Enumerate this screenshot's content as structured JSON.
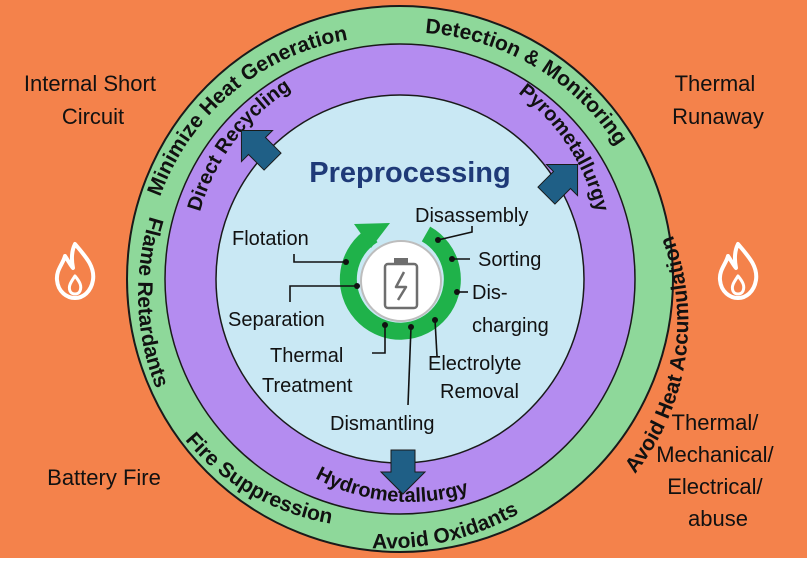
{
  "colors": {
    "background": "#f4824b",
    "outer_ring": "#8ed89a",
    "middle_ring": "#b48cf0",
    "inner_circle": "#c9e8f4",
    "cycle_arrow": "#1fb24a",
    "blue_arrow": "#1f5f86",
    "title": "#1f3a78",
    "text": "#111111"
  },
  "corners": {
    "top_left": [
      "Internal Short",
      "Circuit"
    ],
    "top_right": [
      "Thermal",
      "Runaway"
    ],
    "bottom_left": [
      "Battery Fire"
    ],
    "bottom_right": [
      "Thermal/",
      "Mechanical/",
      "Electrical/",
      "abuse"
    ]
  },
  "outer_ring_labels": {
    "minimize": "Minimize Heat Generation",
    "detection": "Detection & Monitoring",
    "avoid_heat": "Avoid Heat Accumulation",
    "avoid_oxidants": "Avoid Oxidants",
    "fire_suppression": "Fire Suppression",
    "flame_retardants": "Flame Retardants"
  },
  "middle_ring_labels": {
    "direct_recycling": "Direct Recycling",
    "pyrometallurgy": "Pyrometallurgy",
    "hydrometallurgy": "Hydrometallurgy"
  },
  "center": {
    "title": "Preprocessing",
    "steps": {
      "disassembly": "Disassembly",
      "sorting": "Sorting",
      "discharging": [
        "Dis-",
        "charging"
      ],
      "electrolyte_removal": [
        "Electrolyte",
        "Removal"
      ],
      "dismantling": "Dismantling",
      "thermal_treatment": [
        "Thermal",
        "Treatment"
      ],
      "separation": "Separation",
      "flotation": "Flotation"
    }
  },
  "icons": [
    "flame-icon",
    "flame-icon",
    "battery-icon",
    "lightning-icon",
    "cycle-arrow-icon",
    "up-arrow-icon",
    "down-arrow-icon"
  ]
}
